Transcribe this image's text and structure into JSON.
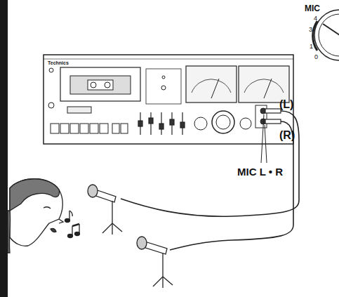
{
  "diagram": {
    "labels": [
      "MIC",
      "4",
      "3",
      "1",
      "0",
      "Technics",
      "(L)",
      "(R)",
      "MIC L • R"
    ]
  }
}
